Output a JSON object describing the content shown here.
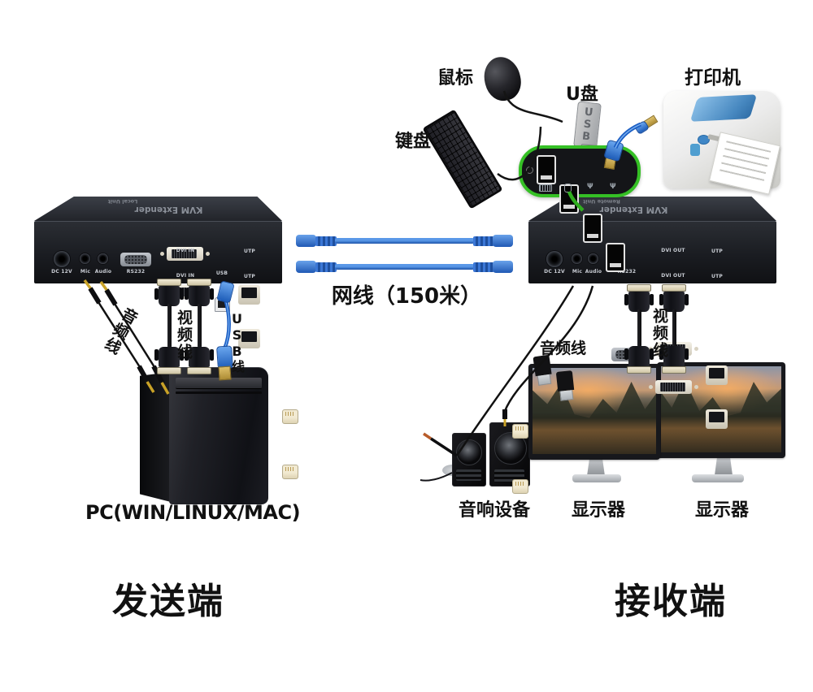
{
  "top_peripherals": {
    "mouse_label": "鼠标",
    "keyboard_label": "键盘",
    "usb_drive_label": "U盘",
    "usb_drive_text": "USB",
    "printer_label": "打印机"
  },
  "local_device": {
    "brand": "KVM Extender",
    "unit": "Local Unit",
    "ports": {
      "dc": "DC 12V",
      "mic": "Mic",
      "audio": "Audio",
      "rs232": "RS232",
      "dvi_top": "DVI IN",
      "dvi_bottom": "DVI IN",
      "usb": "USB",
      "utp_top": "UTP",
      "utp_bottom": "UTP"
    }
  },
  "remote_device": {
    "brand": "KVM Extender",
    "unit": "Remote Unit",
    "ports": {
      "dc": "DC 12V",
      "mic": "Mic",
      "audio": "Audio",
      "rs232": "RS232",
      "dvi_top": "DVI OUT",
      "dvi_bottom": "DVI OUT",
      "utp_top": "UTP",
      "utp_bottom": "UTP"
    }
  },
  "link": {
    "label": "网线（150米）"
  },
  "sender_side": {
    "audio_cable_label": "音频线",
    "video_cable_label": "视频线",
    "usb_cable_label": "USB线",
    "pc_label": "PC(WIN/LINUX/MAC)",
    "title": "发送端"
  },
  "receiver_side": {
    "audio_cable_label": "音频线",
    "video_cable_label": "视频线",
    "speakers_label": "音响设备",
    "monitor_left_label": "显示器",
    "monitor_right_label": "显示器",
    "title": "接收端"
  },
  "colors": {
    "hub_green": "#35c025",
    "network_cable_blue": "#2f6fd0",
    "usb_cable_blue": "#1d5fc4",
    "printer_window_blue": "#4a90c8"
  }
}
